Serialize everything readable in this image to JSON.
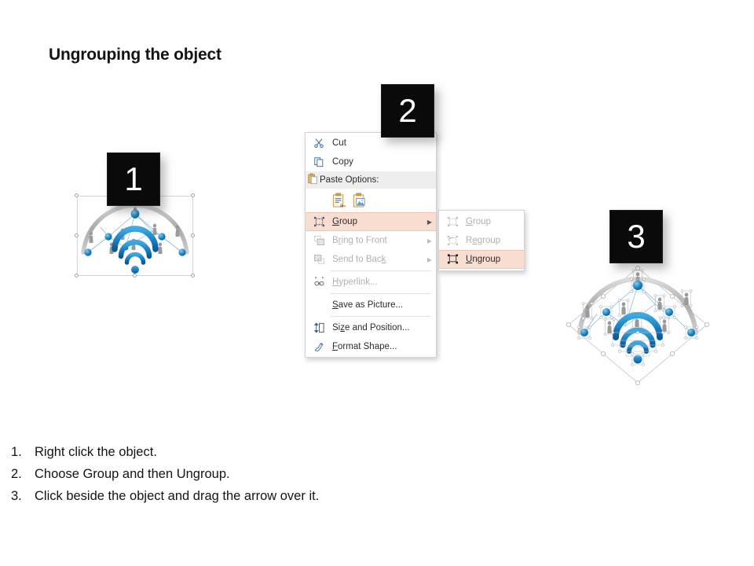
{
  "slide": {
    "title": "Ungrouping the object",
    "background": "#ffffff"
  },
  "badges": [
    {
      "number": "1",
      "name": "step-badge-1"
    },
    {
      "number": "2",
      "name": "step-badge-2"
    },
    {
      "number": "3",
      "name": "step-badge-3"
    }
  ],
  "graphics": [
    {
      "name": "wifi-network-grouped",
      "state": "grouped",
      "caption": "Grouped network diagram with single selection bounding box"
    },
    {
      "name": "wifi-network-ungrouped",
      "state": "ungrouped",
      "caption": "Ungrouped network diagram with individual element handles"
    }
  ],
  "context_menu": {
    "name": "powerpoint-context-menu",
    "items": [
      {
        "label": "Cut",
        "accel": "t",
        "icon": "scissors-icon",
        "state": "enabled",
        "submenu": false
      },
      {
        "label": "Copy",
        "accel": "C",
        "icon": "copy-icon",
        "state": "enabled",
        "submenu": false
      },
      {
        "label": "Paste Options:",
        "icon": "clipboard-icon",
        "state": "header",
        "submenu": false
      },
      {
        "label": "Group",
        "accel": "G",
        "icon": "group-icon",
        "state": "highlighted",
        "submenu": true
      },
      {
        "label": "Bring to Front",
        "accel": "r",
        "icon": "bring-to-front-icon",
        "state": "disabled",
        "submenu": true
      },
      {
        "label": "Send to Back",
        "accel": "k",
        "icon": "send-to-back-icon",
        "state": "disabled",
        "submenu": true
      },
      {
        "label": "Hyperlink...",
        "accel": "H",
        "icon": "hyperlink-icon",
        "state": "disabled",
        "submenu": false
      },
      {
        "label": "Save as Picture...",
        "accel": "S",
        "icon": "none",
        "state": "enabled",
        "submenu": false
      },
      {
        "label": "Size and Position...",
        "accel": "z",
        "icon": "size-position-icon",
        "state": "enabled",
        "submenu": false
      },
      {
        "label": "Format Shape...",
        "accel": "F",
        "icon": "format-shape-icon",
        "state": "enabled",
        "submenu": false
      }
    ],
    "paste_options": [
      {
        "name": "paste-keep-text-icon",
        "label": "Keep Text Only"
      },
      {
        "name": "paste-picture-icon",
        "label": "Picture"
      }
    ]
  },
  "submenu": {
    "name": "group-submenu",
    "items": [
      {
        "label": "Group",
        "accel": "G",
        "icon": "group-icon",
        "state": "disabled"
      },
      {
        "label": "Regroup",
        "accel": "e",
        "icon": "regroup-icon",
        "state": "disabled"
      },
      {
        "label": "Ungroup",
        "accel": "U",
        "icon": "ungroup-icon",
        "state": "highlighted"
      }
    ]
  },
  "instructions": [
    {
      "num": "1.",
      "text": "Right click the object."
    },
    {
      "num": "2.",
      "text": "Choose Group and then Ungroup."
    },
    {
      "num": "3.",
      "text": "Click beside the object and drag the arrow over it."
    }
  ],
  "colors": {
    "highlight": "#f9ddd0",
    "highlight_border": "#f0c6b3",
    "badge_bg": "#0a0a0a",
    "wifi_blue": "#1a7fc4",
    "wifi_blue_dark": "#0d5a93",
    "node_blue": "#1f86c6",
    "arc_gray": "#b4b4b4",
    "menu_border": "#d3d3d3",
    "header_bg": "#eeeeee"
  }
}
